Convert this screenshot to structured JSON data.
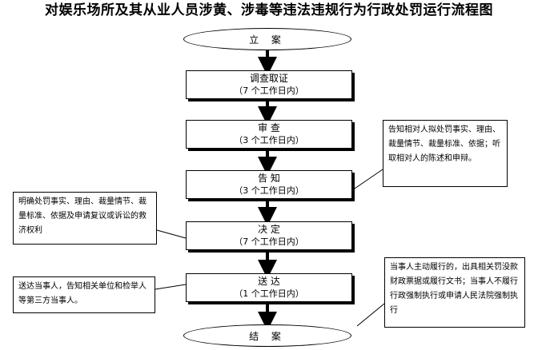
{
  "title": "对娱乐场所及其从业人员涉黄、涉毒等违法违规行为行政处罚运行流程图",
  "start": "立 案",
  "end": "结 案",
  "steps": [
    {
      "name": "调查取证",
      "duration": "（7 个工作日内）"
    },
    {
      "name": "审  查",
      "duration": "（3 个工作日内）"
    },
    {
      "name": "告  知",
      "duration": "（3 个工作日内）"
    },
    {
      "name": "决  定",
      "duration": "（7 个工作日内）"
    },
    {
      "name": "送  达",
      "duration": "（1 个工作日内）"
    }
  ],
  "notes": {
    "notify_right": "告知相对人拟处罚事实、理由、裁量情节、裁量标准、依据；听取相对人的陈述和申辩。",
    "decision_left": "明确处罚事实、理由、裁量情节、裁量标准、依据及申请复议或诉讼的救济权利",
    "deliver_left": "送达当事人，告知相关单位和检举人等第三方当事人。",
    "close_right": "当事人主动履行的，出具相关罚没款财政票据或履行文书；当事人不履行行政强制执行或申请人民法院强制执行"
  }
}
